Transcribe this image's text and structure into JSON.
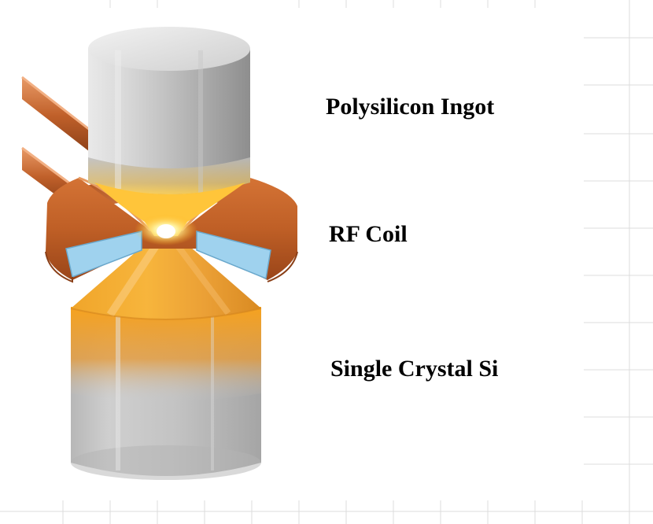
{
  "labels": {
    "ingot": "Polysilicon Ingot",
    "coil": "RF Coil",
    "crystal": "Single Crystal Si"
  },
  "colors": {
    "copper": "#c0602a",
    "copper_dark": "#8a3f17",
    "copper_light": "#e89a66",
    "coil_insulation": "#9fd2ee",
    "ingot_gray": "#b8b8b8",
    "melt_glow": "#ffd040",
    "crystal_orange": "#e8941c",
    "grid_line": "#d8d8d8"
  },
  "icons": [
    "polysilicon-ingot-icon",
    "rf-coil-icon",
    "single-crystal-icon",
    "copper-pipe-icon",
    "melt-zone-icon"
  ]
}
